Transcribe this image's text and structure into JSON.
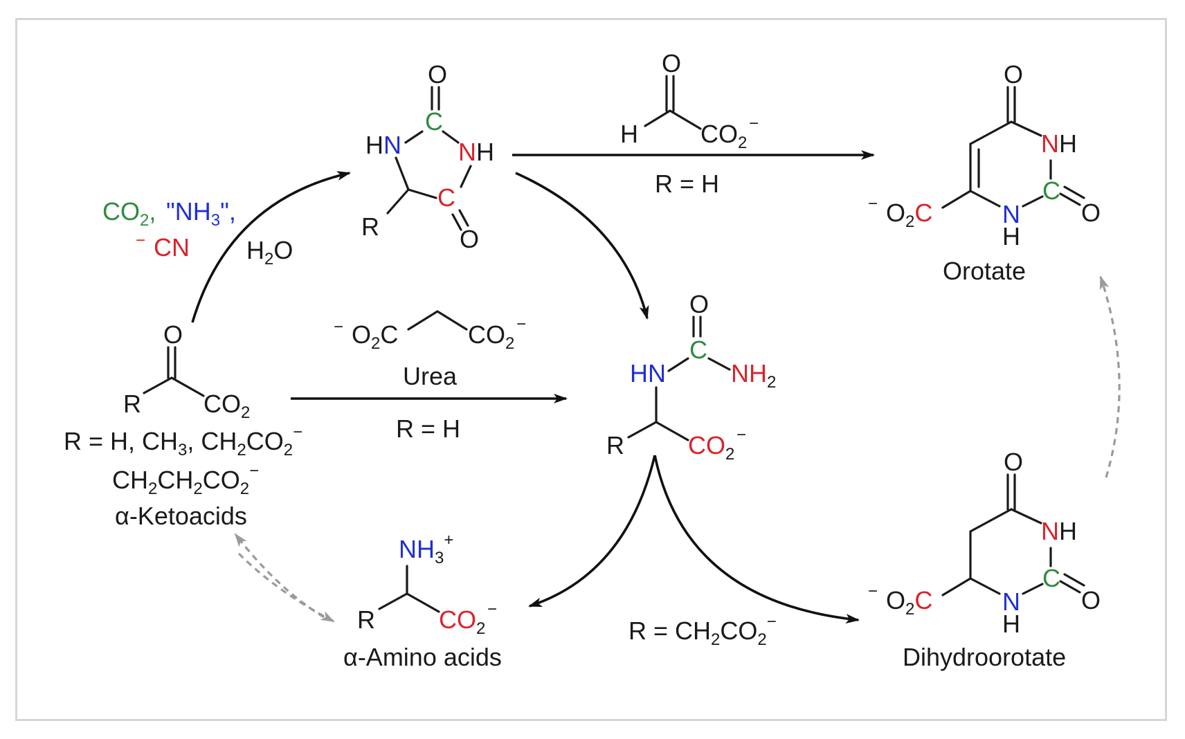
{
  "colors": {
    "carbon_green": "#2e8b3e",
    "nitrogen_blue": "#1f2fd6",
    "red": "#d9232a",
    "frame_border": "#d6d6d6",
    "dashed_arrow": "#9a9a9a"
  },
  "labels": {
    "orotate": "Orotate",
    "dihydroorotate": "Dihydroorotate",
    "ketoacids": "α-Ketoacids",
    "amino_acids": "α-Amino acids",
    "urea": "Urea",
    "r_eq_h_top": "R = H",
    "r_eq_h_mid": "R = H",
    "r_list_line1_a": "R = H, CH",
    "r_list_line1_b": "3",
    "r_list_line1_c": ", CH",
    "r_list_line1_d": "2",
    "r_list_line1_e": "CO",
    "r_list_line1_f": "2",
    "r_list_line1_g": "−",
    "r_list_line2_a": "CH",
    "r_list_line2_b": "2",
    "r_list_line2_c": "CH",
    "r_list_line2_d": "2",
    "r_list_line2_e": "CO",
    "r_list_line2_f": "2",
    "r_list_line2_g": "−",
    "r_ch2co2_a": "R = CH",
    "r_ch2co2_b": "2",
    "r_ch2co2_c": "CO",
    "r_ch2co2_d": "2",
    "r_ch2co2_e": "−"
  },
  "reagents": {
    "co2_a": "CO",
    "co2_b": "2",
    "comma": ",",
    "nh3_a": "\"NH",
    "nh3_b": "3",
    "nh3_c": "\",",
    "cn_minus": "−",
    "cn": "CN",
    "h2o_a": "H",
    "h2o_b": "2",
    "h2o_c": "O"
  },
  "atoms": {
    "O": "O",
    "C": "C",
    "H": "H",
    "N": "N",
    "R": "R",
    "HN": "HN",
    "NH": "NH",
    "NH2_a": "NH",
    "NH2_b": "2",
    "NH3_a": "NH",
    "NH3_b": "3",
    "plus": "+",
    "CO": "CO",
    "two": "2",
    "minus": "−",
    "O2C_a": "O",
    "O2C_b": "2",
    "O2C_c": "C"
  }
}
